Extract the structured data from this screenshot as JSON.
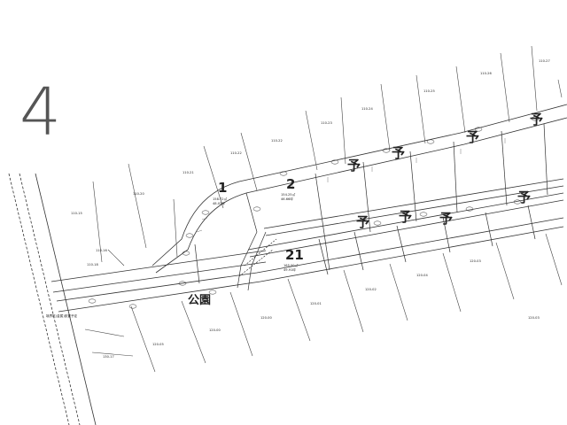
{
  "sheet": {
    "number": "4"
  },
  "lots": {
    "l1": {
      "no": "1",
      "area": "158.72㎡",
      "tsubo": "48.02坪"
    },
    "l2": {
      "no": "2",
      "area": "154.25㎡",
      "tsubo": "46.66坪"
    },
    "l21": {
      "no": "21",
      "area": "165.00㎡",
      "tsubo": "49.91坪"
    }
  },
  "reserve": {
    "glyph": "予"
  },
  "park": {
    "label": "公園"
  },
  "parcels": [
    "110-27",
    "110-26",
    "110-25",
    "110-24",
    "110-23",
    "110-22",
    "110-21",
    "110-20",
    "110-18",
    "110-15",
    "110-16",
    "120-03",
    "120-04",
    "120-02",
    "120-01",
    "120-00",
    "120-05",
    "130-17"
  ],
  "notes": {
    "left_plan": "境界杭(金属)設置予定"
  }
}
